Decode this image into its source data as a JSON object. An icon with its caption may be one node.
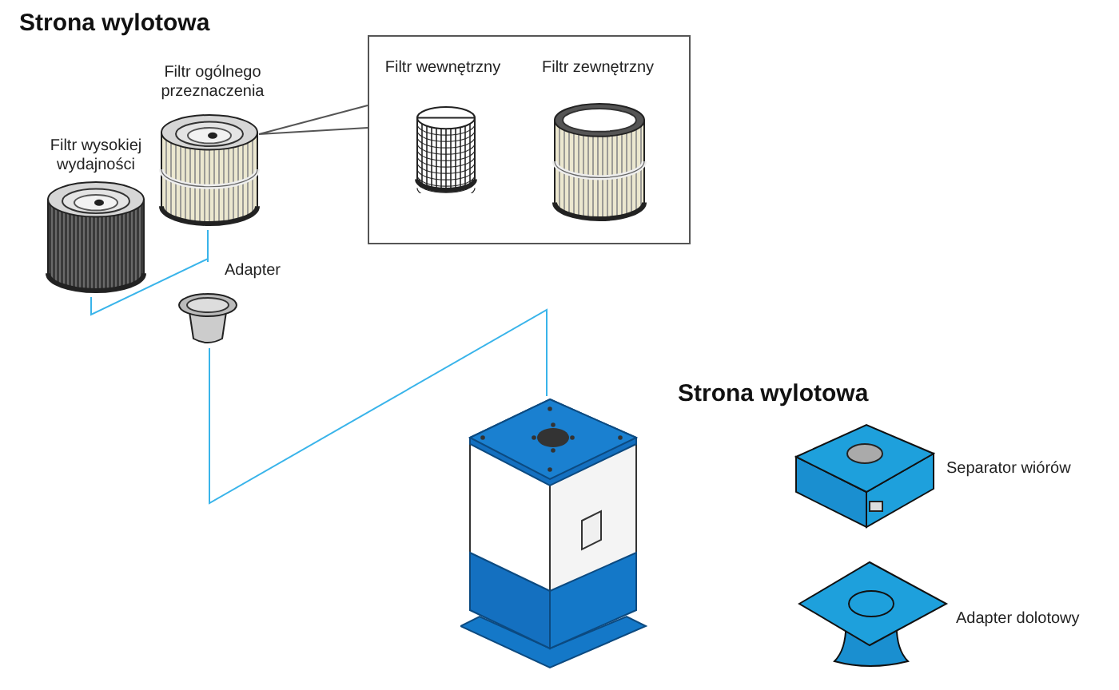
{
  "diagram": {
    "nodes": [
      {
        "text": [
          "Filtr wysokiej wydajności"
        ]
      },
      {
        "text": [
          "Filtr ogólnego przeznaczenia"
        ]
      },
      {
        "text": [],
        "shape": "box"
      },
      {
        "text": [
          "Filtr wewnętrzny"
        ],
        "in": 2
      },
      {
        "text": [
          "Filtr zewnętrzny"
        ],
        "in": 2
      },
      {
        "text": [
          "Adapter"
        ]
      },
      {
        "text": [],
        "shape": "picture"
      },
      {
        "text": [
          "Separator wiórów"
        ]
      },
      {
        "text": [
          "Adapter dolotowy"
        ]
      }
    ],
    "edges": [
      {
        "from": 0,
        "to": 5,
        "arrow": "none"
      },
      {
        "from": 1,
        "to": 5,
        "arrow": "none"
      },
      {
        "from": 5,
        "to": 6,
        "arrow": "none"
      },
      {
        "from": 1,
        "to": 2,
        "arrow": "none",
        "color": "#555555"
      }
    ],
    "labels": [
      "Strona wylotowa",
      "Strona wylotowa"
    ]
  }
}
